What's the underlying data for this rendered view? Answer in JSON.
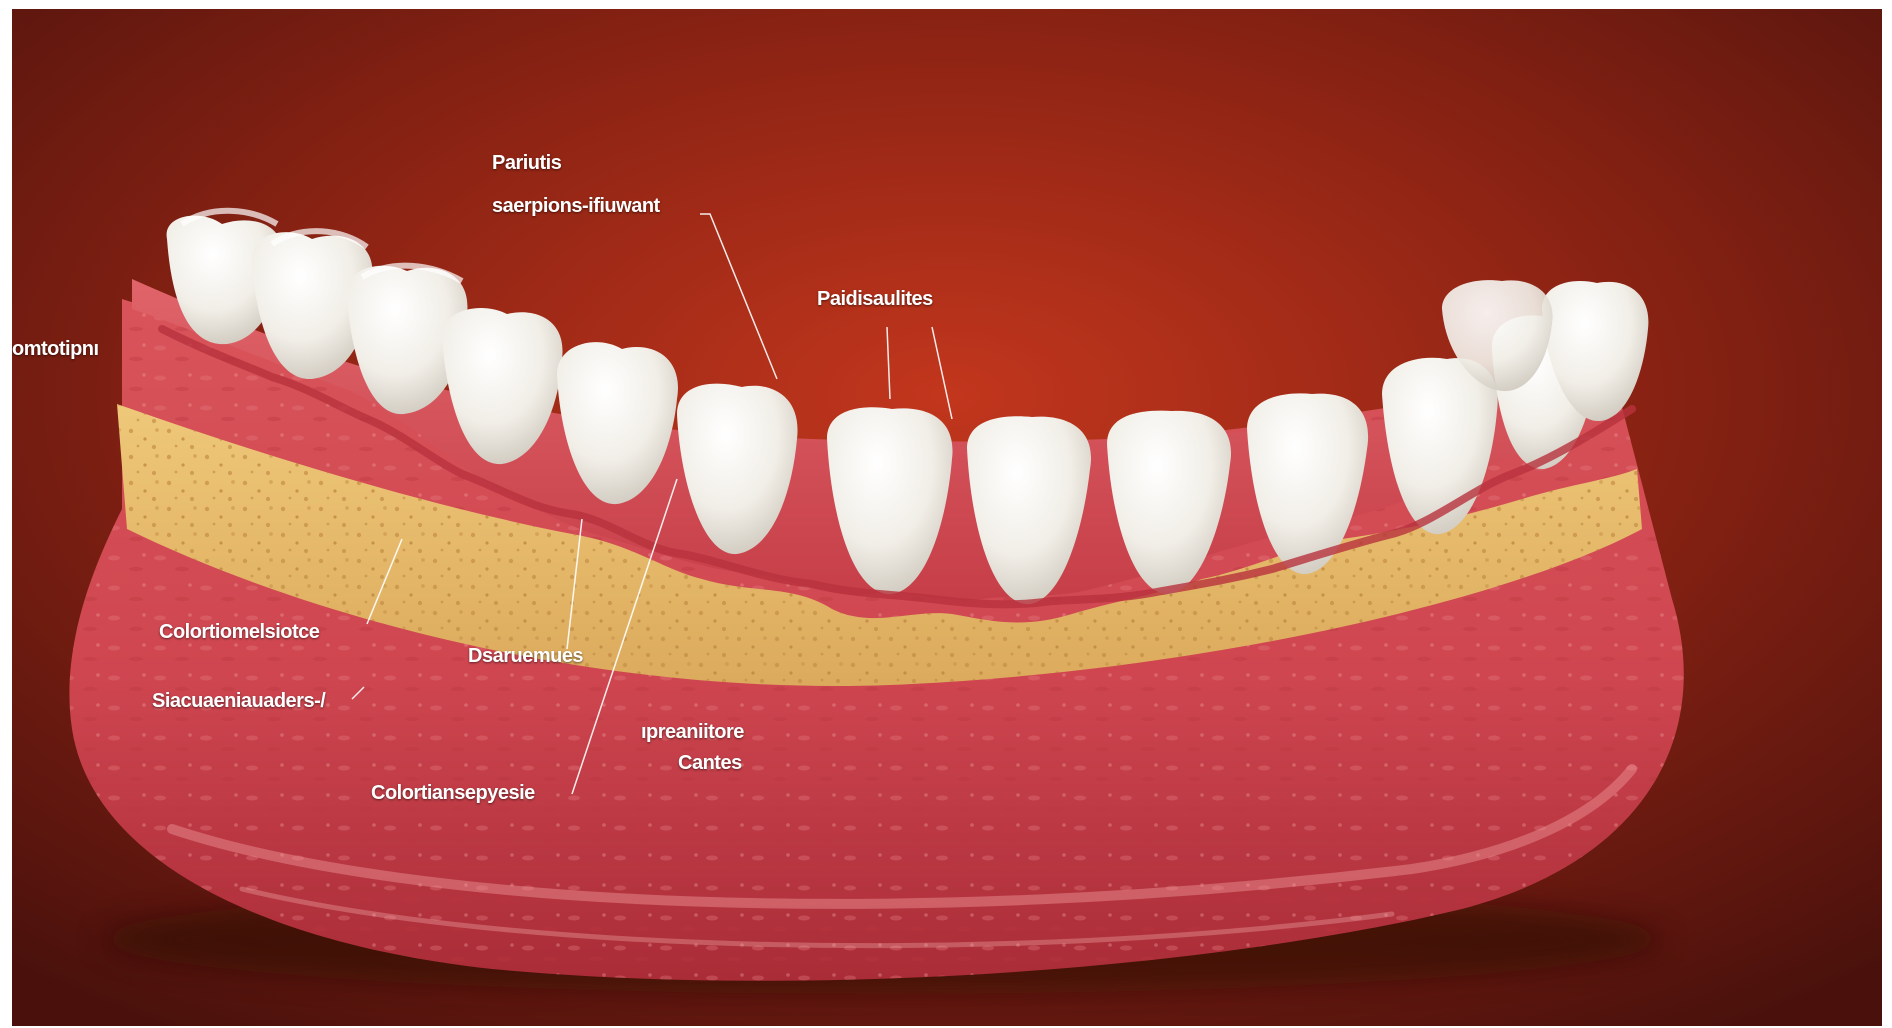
{
  "labels": {
    "top_1": "Pariutis",
    "top_2": "saerpions-ifiuwant",
    "top_center": "Paidisaulites",
    "left_edge": "omtotipnı",
    "bone_left": "Colortiomelsiotce",
    "bone_center": "Dsaruemues",
    "gum_left": "Siacuaeniauaders-/",
    "gum_center_1": "ıpreaniitore",
    "gum_center_2": "Cantes",
    "gum_bottom": "Colortiansepyesie"
  },
  "colors": {
    "background_center": "#c2361d",
    "background_edge": "#4a110c",
    "gum": "#d54e55",
    "gum_dark": "#a52d36",
    "bone": "#e7bb6a",
    "bone_speckle": "#c9944a",
    "tooth": "#f4f1ea",
    "tooth_shadow": "#c9c3b8"
  }
}
